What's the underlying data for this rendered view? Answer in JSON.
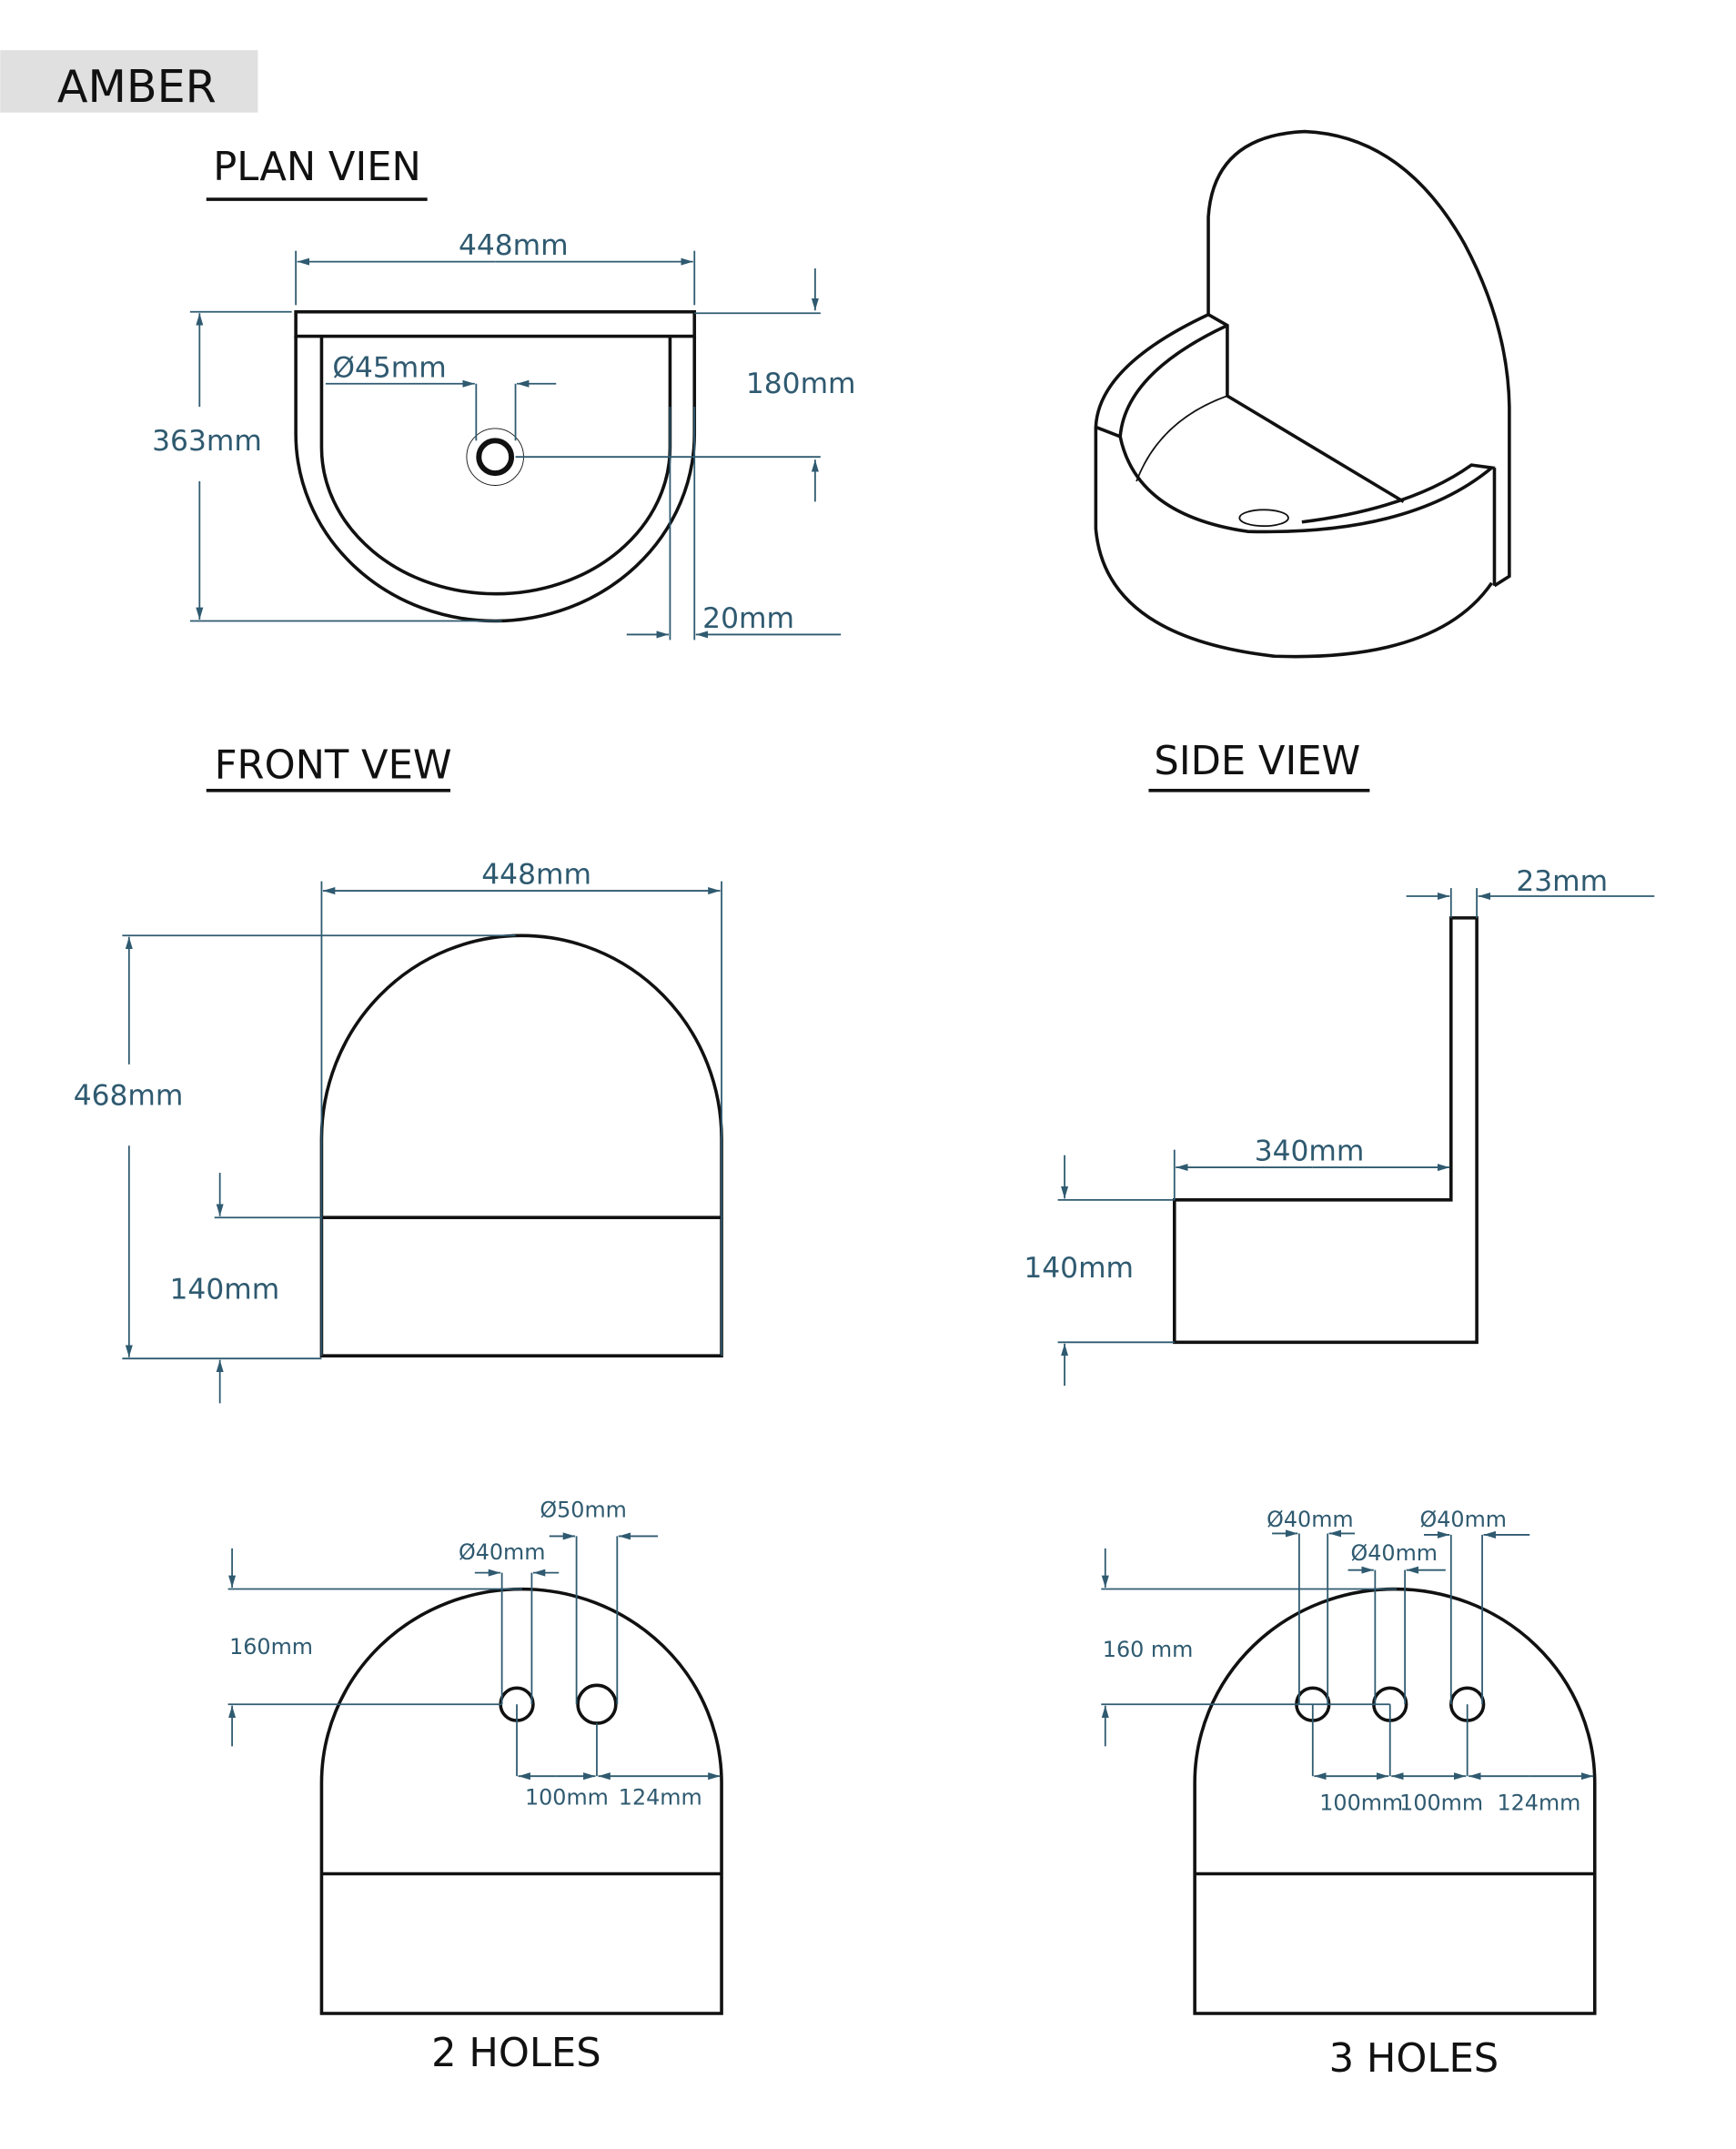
{
  "title": "AMBER",
  "plan_view": {
    "label": "PLAN VIEN",
    "width": "448mm",
    "depth": "363mm",
    "drain": "45mm",
    "drain_offset": "180mm",
    "rim": "20mm"
  },
  "iso_view": {},
  "front_view": {
    "label": "FRONT VEW",
    "width": "448mm",
    "height": "468mm",
    "basin_height": "140mm"
  },
  "side_view": {
    "label": "SIDE VIEW",
    "thickness": "23mm",
    "depth": "340mm",
    "basin_height": "140mm"
  },
  "two_holes": {
    "label": "2 HOLES",
    "height": "160mm",
    "hole_a": "40mm",
    "hole_b": "50mm",
    "spacing": "100mm",
    "edge": "124mm"
  },
  "three_holes": {
    "label": "3 HOLES",
    "height": "160 mm",
    "hole_a": "40mm",
    "hole_b": "40mm",
    "hole_c": "40mm",
    "spacing_1": "100mm",
    "spacing_2": "100mm",
    "edge": "124mm"
  },
  "diameter_symbol": "Ø"
}
